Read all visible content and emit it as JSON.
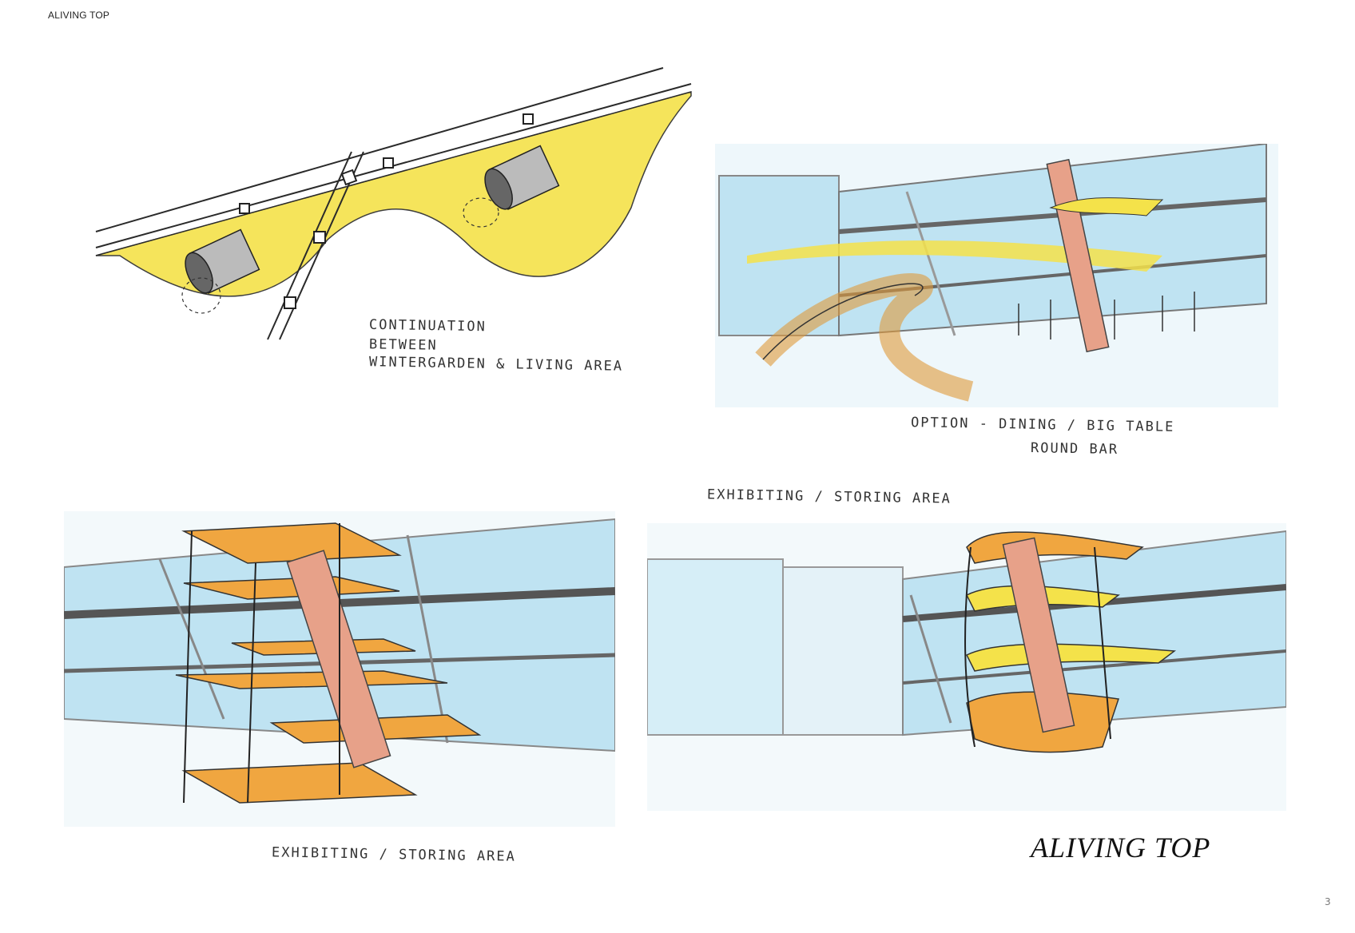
{
  "header": {
    "title": "ALIVING TOP"
  },
  "panels": {
    "continuation": {
      "note_lines": [
        "CONTINUATION",
        "BETWEEN",
        "WINTERGARDEN & LIVING AREA"
      ]
    },
    "dining": {
      "note_line1": "OPTION - DINING  / BIG TABLE",
      "note_line2": "ROUND  BAR"
    },
    "exhibit_left": {
      "note": "EXHIBITING / STORING  AREA"
    },
    "exhibit_right": {
      "note": "EXHIBITING / STORING  AREA"
    }
  },
  "footer": {
    "title": "ALIVING TOP",
    "page_mark": "3"
  },
  "colors": {
    "yellow": "#f4e24a",
    "orange": "#f0a640",
    "sky": "#bfe3f2",
    "ink": "#2a2a2a"
  }
}
